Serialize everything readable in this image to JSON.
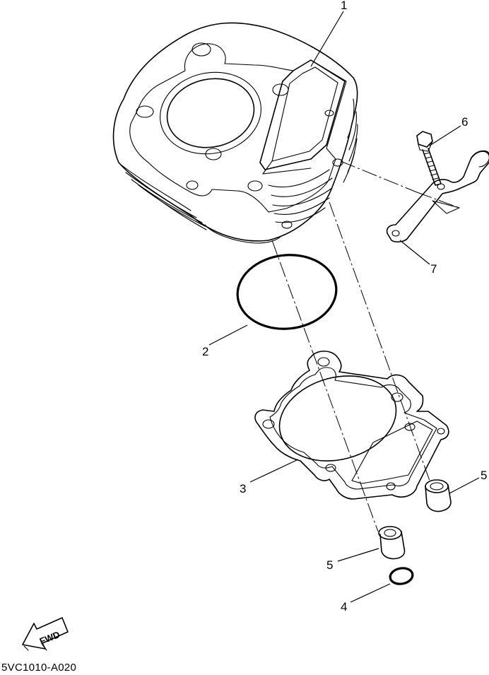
{
  "callouts": {
    "cylinder": "1",
    "o_ring_large": "2",
    "cylinder_gasket": "3",
    "o_ring_small": "4",
    "dowel_pin_front": "5",
    "dowel_pin_rear": "5",
    "bolt": "6",
    "oil_pipe_stay": "7"
  },
  "fwd_label": "FWD",
  "catalog_code": "5VC1010-A020"
}
